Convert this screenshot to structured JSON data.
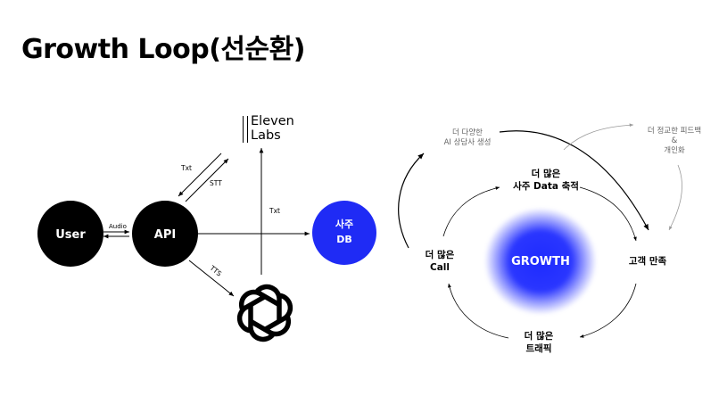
{
  "title": "Growth Loop(선순환)",
  "left_diagram": {
    "nodes": {
      "user": "User",
      "api": "API",
      "db_line1": "사주",
      "db_line2": "DB"
    },
    "elevenlabs": {
      "line1": "Eleven",
      "line2": "Labs"
    },
    "edge_labels": {
      "audio": "Audio",
      "txt_upper": "Txt",
      "stt": "STT",
      "txt_right": "Txt",
      "tts": "TTS"
    }
  },
  "right_diagram": {
    "center": "GROWTH",
    "top_line1": "더 많은",
    "top_line2": "사주 Data 축적",
    "right": "고객 만족",
    "bottom_line1": "더 많은",
    "bottom_line2": "트래픽",
    "left_line1": "더 많은",
    "left_line2": "Call",
    "grey_left_line1": "더 다양한",
    "grey_left_line2": "AI 상담사 생성",
    "grey_right_line1": "더 정교한 피드백",
    "grey_right_line2": "&",
    "grey_right_line3": "개인화"
  },
  "colors": {
    "node_black": "#000000",
    "db_blue": "#1f2bf5",
    "growth_blue": "#2230ff",
    "grey_arrow": "#9a9a9a"
  }
}
